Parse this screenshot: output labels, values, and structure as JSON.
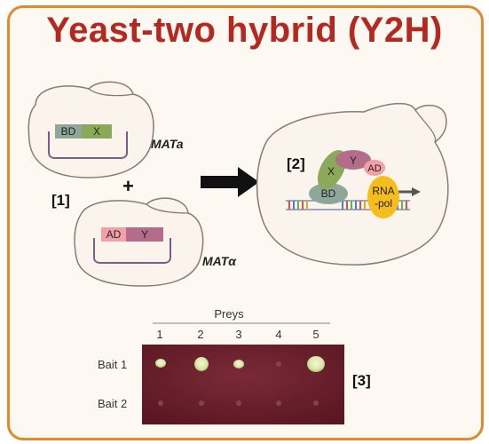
{
  "title": "Yeast-two hybrid (Y2H)",
  "colors": {
    "frame": "#e28a2a",
    "title": "#b5281f",
    "bd": "#8fa79a",
    "x": "#8aaa5a",
    "ad": "#f1a0a8",
    "y": "#b36d8a",
    "rna_pol": "#f5be1d",
    "plate": "#6a1e2c"
  },
  "panel1": {
    "marker": "[1]",
    "cell_a": {
      "bd": "BD",
      "x": "X",
      "mating_type": "MATa"
    },
    "plus": "+",
    "cell_alpha": {
      "ad": "AD",
      "y": "Y",
      "mating_type": "MATα"
    }
  },
  "panel2": {
    "marker": "[2]",
    "x": "X",
    "y": "Y",
    "ad": "AD",
    "bd": "BD",
    "rna_pol": [
      "RNA",
      "-pol"
    ]
  },
  "panel3": {
    "marker": "[3]",
    "preys_label": "Preys",
    "prey_numbers": [
      "1",
      "2",
      "3",
      "4",
      "5"
    ],
    "bait_labels": [
      "Bait 1",
      "Bait 2"
    ]
  }
}
